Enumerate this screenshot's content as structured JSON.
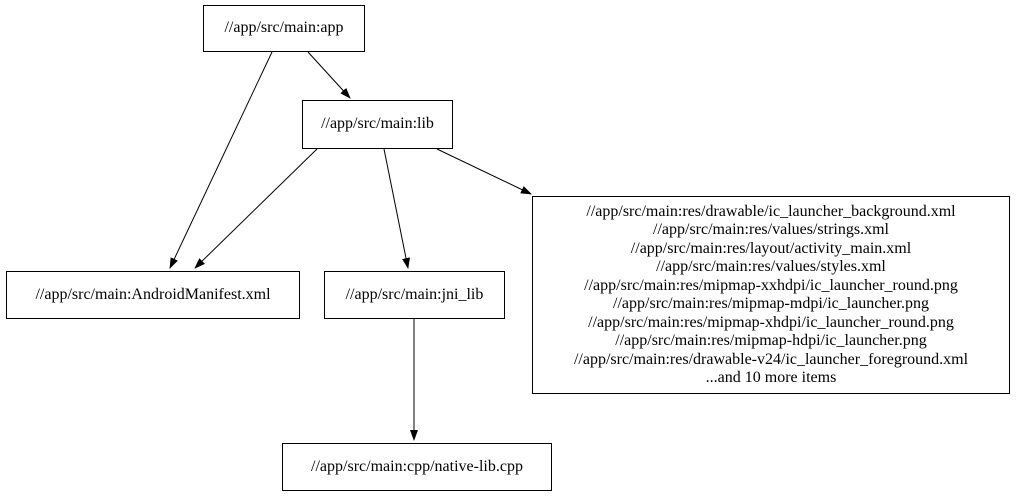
{
  "graph": {
    "nodes": {
      "app": {
        "label": "//app/src/main:app"
      },
      "lib": {
        "label": "//app/src/main:lib"
      },
      "manifest": {
        "label": "//app/src/main:AndroidManifest.xml"
      },
      "jni_lib": {
        "label": "//app/src/main:jni_lib"
      },
      "native_lib": {
        "label": "//app/src/main:cpp/native-lib.cpp"
      },
      "res_group": {
        "lines": [
          "//app/src/main:res/drawable/ic_launcher_background.xml",
          "//app/src/main:res/values/strings.xml",
          "//app/src/main:res/layout/activity_main.xml",
          "//app/src/main:res/values/styles.xml",
          "//app/src/main:res/mipmap-xxhdpi/ic_launcher_round.png",
          "//app/src/main:res/mipmap-mdpi/ic_launcher.png",
          "//app/src/main:res/mipmap-xhdpi/ic_launcher_round.png",
          "//app/src/main:res/mipmap-hdpi/ic_launcher.png",
          "//app/src/main:res/drawable-v24/ic_launcher_foreground.xml",
          "...and 10 more items"
        ]
      }
    },
    "edges": [
      {
        "from": "app",
        "to": "manifest"
      },
      {
        "from": "app",
        "to": "lib"
      },
      {
        "from": "lib",
        "to": "manifest"
      },
      {
        "from": "lib",
        "to": "jni_lib"
      },
      {
        "from": "lib",
        "to": "res_group"
      },
      {
        "from": "jni_lib",
        "to": "native_lib"
      }
    ],
    "colors": {
      "background": "#ffffff",
      "node_border": "#000000",
      "edge": "#000000",
      "text": "#000000"
    }
  }
}
